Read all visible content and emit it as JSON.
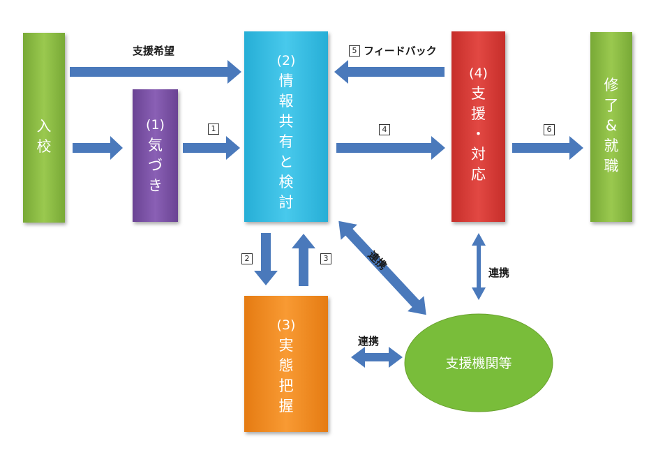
{
  "colors": {
    "arrow": "#4a79bb",
    "green": "#8fbe45",
    "purple": "#7b52a6",
    "cyan": "#35bde3",
    "red": "#d73a35",
    "orange": "#f38b1f",
    "ellipse": "#79bd3a"
  },
  "nodes": {
    "entry": {
      "label": "入校",
      "chars": [
        "入",
        "校"
      ]
    },
    "notice": {
      "num": "(1)",
      "chars": [
        "気",
        "づ",
        "き"
      ]
    },
    "share": {
      "num": "(2)",
      "chars": [
        "情",
        "報",
        "共",
        "有",
        "と",
        "検",
        "討"
      ]
    },
    "grasp": {
      "num": "(3)",
      "chars": [
        "実",
        "態",
        "把",
        "握"
      ]
    },
    "support": {
      "num": "(4)",
      "chars": [
        "支",
        "援",
        "・",
        "対",
        "応"
      ]
    },
    "finish": {
      "chars": [
        "修",
        "了",
        "&",
        "就",
        "職"
      ]
    },
    "agencies": {
      "label": "支援機関等"
    }
  },
  "labels": {
    "request": "支援希望",
    "feedback": "フィードバック",
    "link1": "連携",
    "link2": "連携",
    "link3": "連携"
  },
  "steps": [
    "1",
    "2",
    "3",
    "4",
    "5",
    "6"
  ]
}
